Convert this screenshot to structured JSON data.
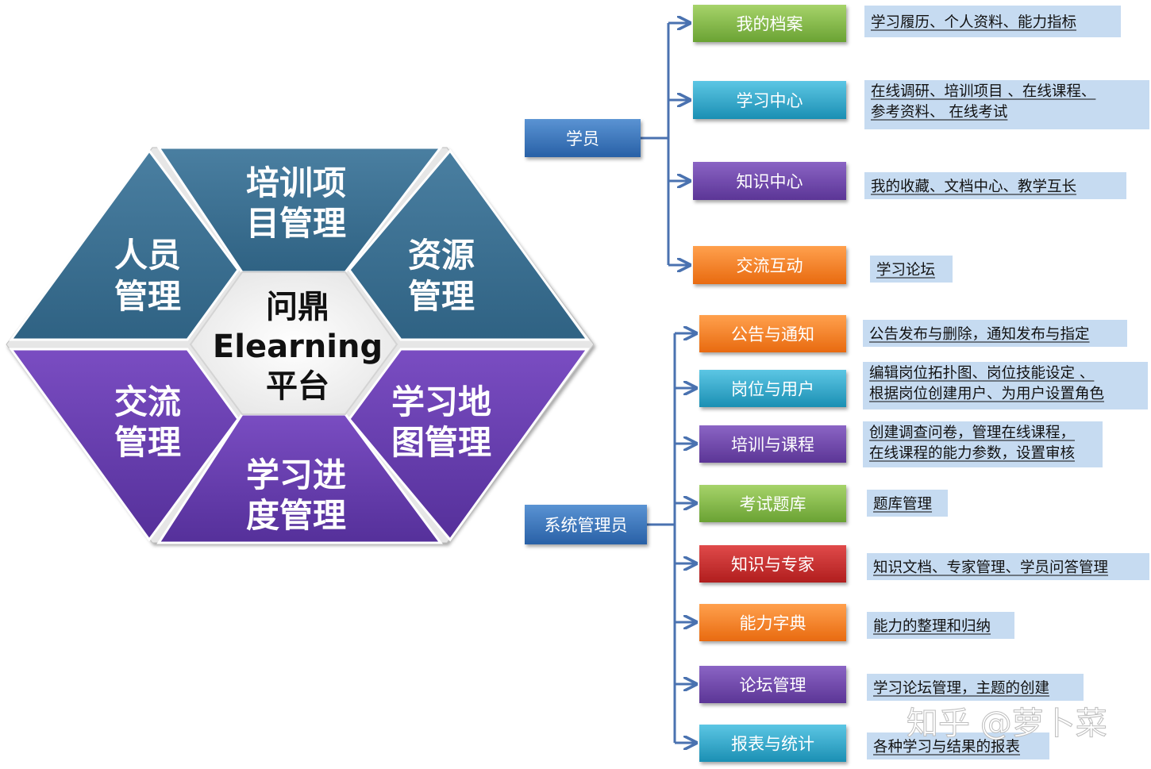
{
  "hexagon": {
    "center": {
      "line1": "问鼎",
      "line2": "Elearning",
      "line3": "平台"
    },
    "segments": [
      {
        "key": "top",
        "line1": "培训项",
        "line2": "目管理",
        "color": "#3d6f8f"
      },
      {
        "key": "upper_right",
        "line1": "资源",
        "line2": "管理",
        "color": "#3d6f8f"
      },
      {
        "key": "lower_right",
        "line1": "学习地",
        "line2": "图管理",
        "color": "#6a3fb0"
      },
      {
        "key": "bottom",
        "line1": "学习进",
        "line2": "度管理",
        "color": "#6a3fb0"
      },
      {
        "key": "lower_left",
        "line1": "交流",
        "line2": "管理",
        "color": "#6a3fb0"
      },
      {
        "key": "upper_left",
        "line1": "人员",
        "line2": "管理",
        "color": "#3d6f8f"
      }
    ]
  },
  "colors": {
    "green": "#7cb342",
    "cyan": "#2aa5c7",
    "purple": "#6a3fa8",
    "orange": "#f57f1f",
    "red": "#c62828",
    "role_blue": "#2f70b8",
    "connector": "#4a72b0",
    "desc_bg": "#c6dbf1"
  },
  "roles": [
    {
      "label": "学员",
      "items": [
        {
          "label": "我的档案",
          "color": "green",
          "desc": [
            "学习履历、个人资料、能力指标"
          ]
        },
        {
          "label": "学习中心",
          "color": "cyan",
          "desc": [
            "在线调研、培训项目 、在线课程、",
            "参考资料、 在线考试"
          ]
        },
        {
          "label": "知识中心",
          "color": "purple",
          "desc": [
            "我的收藏、文档中心、教学互长"
          ]
        },
        {
          "label": "交流互动",
          "color": "orange",
          "desc": [
            "学习论坛"
          ]
        }
      ]
    },
    {
      "label": "系统管理员",
      "items": [
        {
          "label": "公告与通知",
          "color": "orange",
          "desc": [
            "公告发布与删除，通知发布与指定"
          ]
        },
        {
          "label": "岗位与用户",
          "color": "cyan",
          "desc": [
            "编辑岗位拓扑图、岗位技能设定 、",
            " 根据岗位创建用户、为用户设置角色"
          ]
        },
        {
          "label": "培训与课程",
          "color": "purple",
          "desc": [
            "创建调查问卷，管理在线课程，",
            "在线课程的能力参数，设置审核"
          ]
        },
        {
          "label": "考试题库",
          "color": "green",
          "desc": [
            "题库管理"
          ]
        },
        {
          "label": "知识与专家",
          "color": "red",
          "desc": [
            "知识文档、专家管理、学员问答管理"
          ]
        },
        {
          "label": "能力字典",
          "color": "orange",
          "desc": [
            "能力的整理和归纳"
          ]
        },
        {
          "label": "论坛管理",
          "color": "purple",
          "desc": [
            "学习论坛管理，主题的创建"
          ]
        },
        {
          "label": "报表与统计",
          "color": "cyan",
          "desc": [
            "各种学习与结果的报表"
          ]
        }
      ]
    }
  ],
  "watermark": {
    "text": "知乎 @萝卜菜"
  }
}
